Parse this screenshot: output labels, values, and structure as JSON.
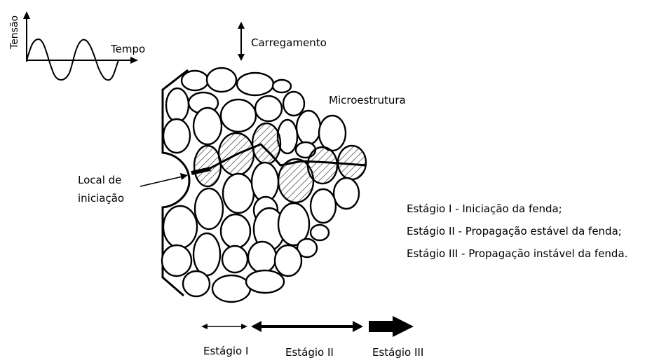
{
  "signal": {
    "y_axis_label": "Tensão",
    "x_axis_label": "Tempo"
  },
  "loading_label": "Carregamento",
  "microstructure_label": "Microestrutura",
  "initiation_label": {
    "line1": "Local de",
    "line2": "iniciação"
  },
  "stages_legend": [
    "Estágio I - Iniciação da fenda;",
    "Estágio II - Propagação estável da fenda;",
    "Estágio III - Propagação instável da fenda."
  ],
  "stage_arrows": [
    {
      "label": "Estágio I",
      "weight": "thin"
    },
    {
      "label": "Estágio II",
      "weight": "medium"
    },
    {
      "label": "Estágio III",
      "weight": "thick"
    }
  ],
  "colors": {
    "stroke": "#000000",
    "background": "#ffffff",
    "hatch": "#555555"
  }
}
